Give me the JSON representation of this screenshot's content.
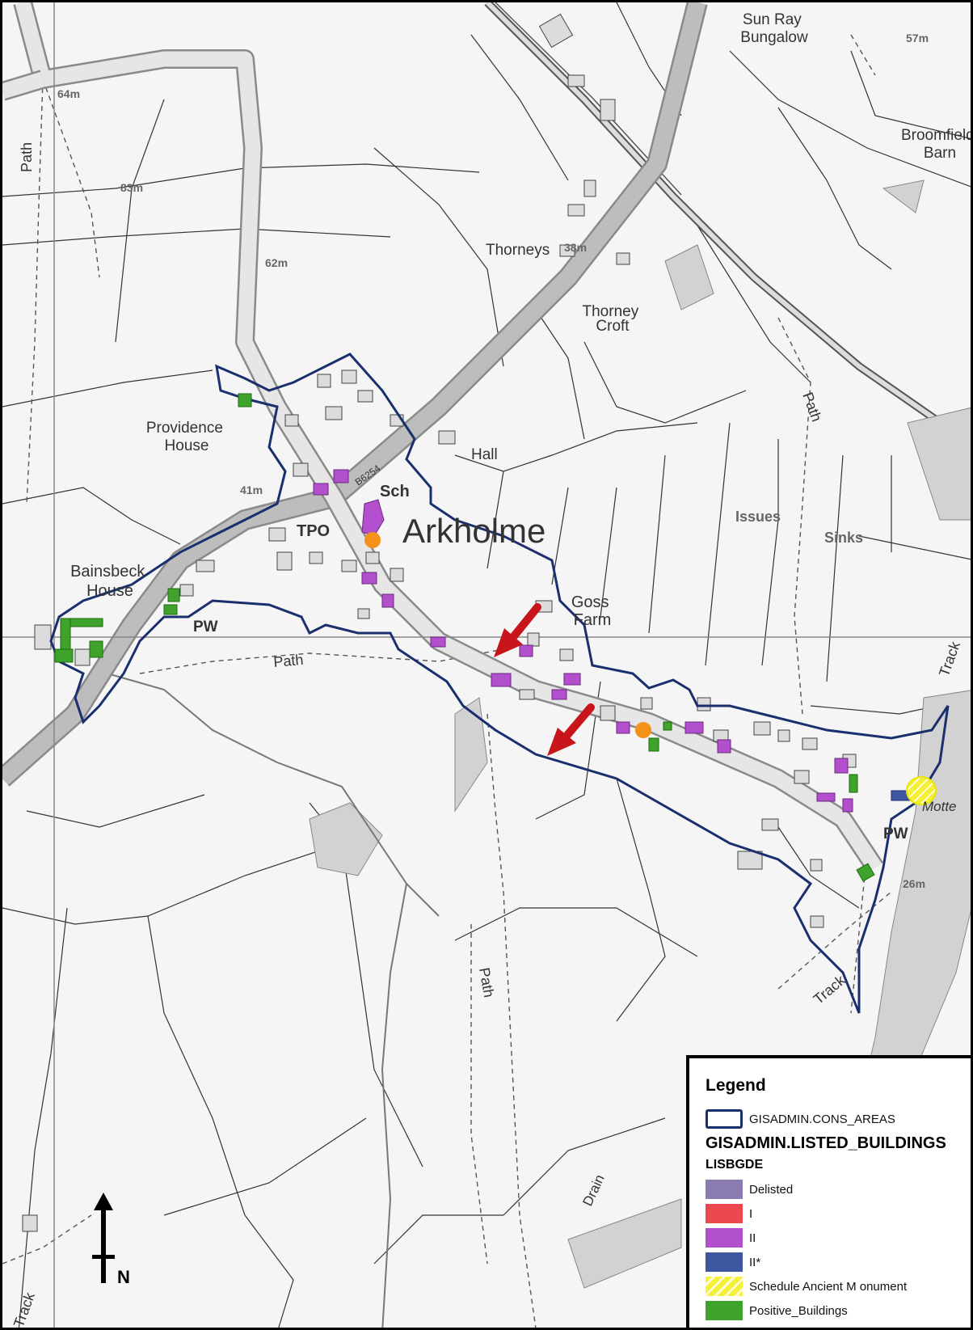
{
  "map": {
    "labels": {
      "sun_ray": "Sun Ray\nBungalow",
      "broomfield": "Broomfield\nBarn",
      "thorneys": "Thorneys",
      "thorney_croft": "Thorney\nCroft",
      "providence": "Providence\nHouse",
      "hall": "Hall",
      "sch": "Sch",
      "tpo": "TPO",
      "arkholme": "Arkholme",
      "issues": "Issues",
      "sinks": "Sinks",
      "goss_farm": "Goss\nFarm",
      "bainsbeck": "Bainsbeck\nHouse",
      "pw_west": "PW",
      "pw_east": "PW",
      "motte": "Motte",
      "road_b6254": "B6254",
      "path_1": "Path",
      "path_2": "Path",
      "path_3": "Path",
      "path_4": "Path",
      "track_1": "Track",
      "track_2": "Track",
      "track_3": "Track",
      "drain": "Drain"
    },
    "spot_heights": [
      "64m",
      "83m",
      "62m",
      "41m",
      "38m",
      "57m",
      "26m"
    ],
    "north_label": "N"
  },
  "legend": {
    "title": "Legend",
    "items": [
      {
        "label": "GISADMIN.CONS_AREAS",
        "swatch": "outline",
        "color": "#1a2f6e"
      }
    ],
    "heading": "GISADMIN.LISTED_BUILDINGS",
    "subheading": "LISBGDE",
    "categories": [
      {
        "label": "Delisted",
        "color": "#8a7bb0"
      },
      {
        "label": "I",
        "color": "#ea4a4f"
      },
      {
        "label": "II",
        "color": "#b24fcc"
      },
      {
        "label": "II*",
        "color": "#3d58a0"
      },
      {
        "label": "Schedule Ancient M onument",
        "color": "#f4f03a"
      },
      {
        "label": "Positive_Buildings",
        "color": "#3ea32a"
      }
    ]
  }
}
